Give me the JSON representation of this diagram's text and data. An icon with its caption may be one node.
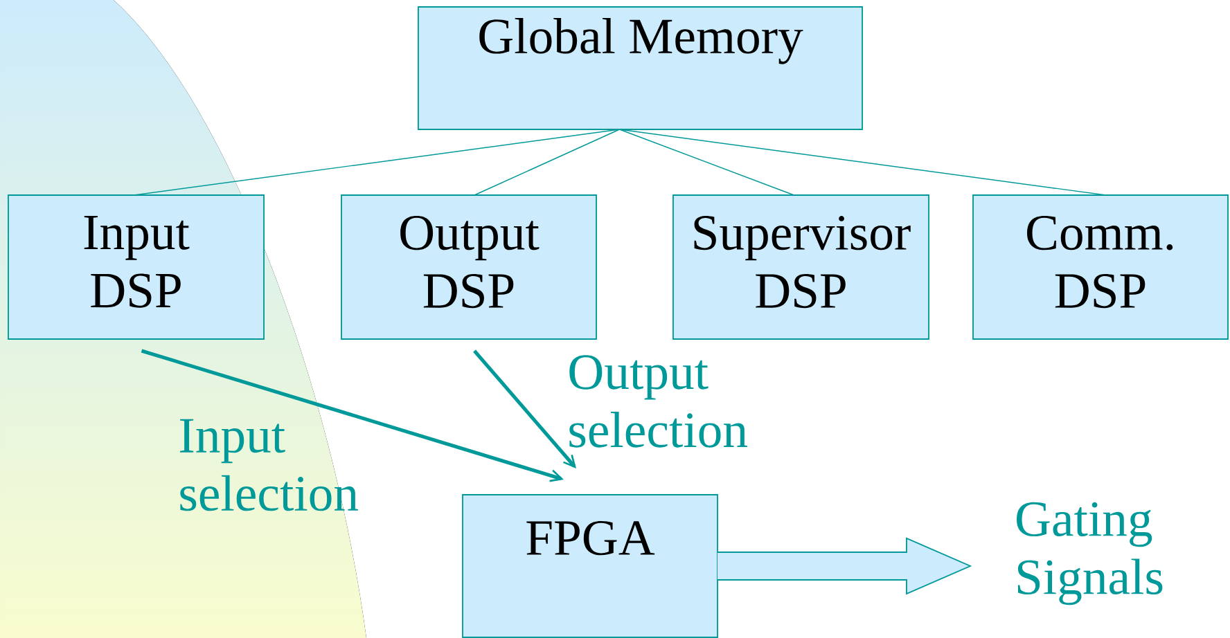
{
  "diagram": {
    "nodes": [
      {
        "text": [
          "Global Memory"
        ]
      },
      {
        "text": [
          "Input DSP"
        ]
      },
      {
        "text": [
          "Output DSP"
        ]
      },
      {
        "text": [
          "Supervisor DSP"
        ]
      },
      {
        "text": [
          "Comm. DSP"
        ]
      },
      {
        "text": [
          "FPGA"
        ]
      },
      {
        "text": [
          "Gating Signals"
        ]
      }
    ],
    "edges": [
      {
        "from": 0,
        "to": 1,
        "arrow": "none"
      },
      {
        "from": 0,
        "to": 2,
        "arrow": "none"
      },
      {
        "from": 0,
        "to": 3,
        "arrow": "none"
      },
      {
        "from": 0,
        "to": 4,
        "arrow": "none"
      },
      {
        "from": 1,
        "to": 5,
        "arrow": "to",
        "label": "Input selection",
        "style": "thick"
      },
      {
        "from": 2,
        "to": 5,
        "arrow": "to",
        "label": "Output selection",
        "style": "thick"
      },
      {
        "from": 5,
        "to": 6,
        "arrow": "to"
      }
    ]
  }
}
